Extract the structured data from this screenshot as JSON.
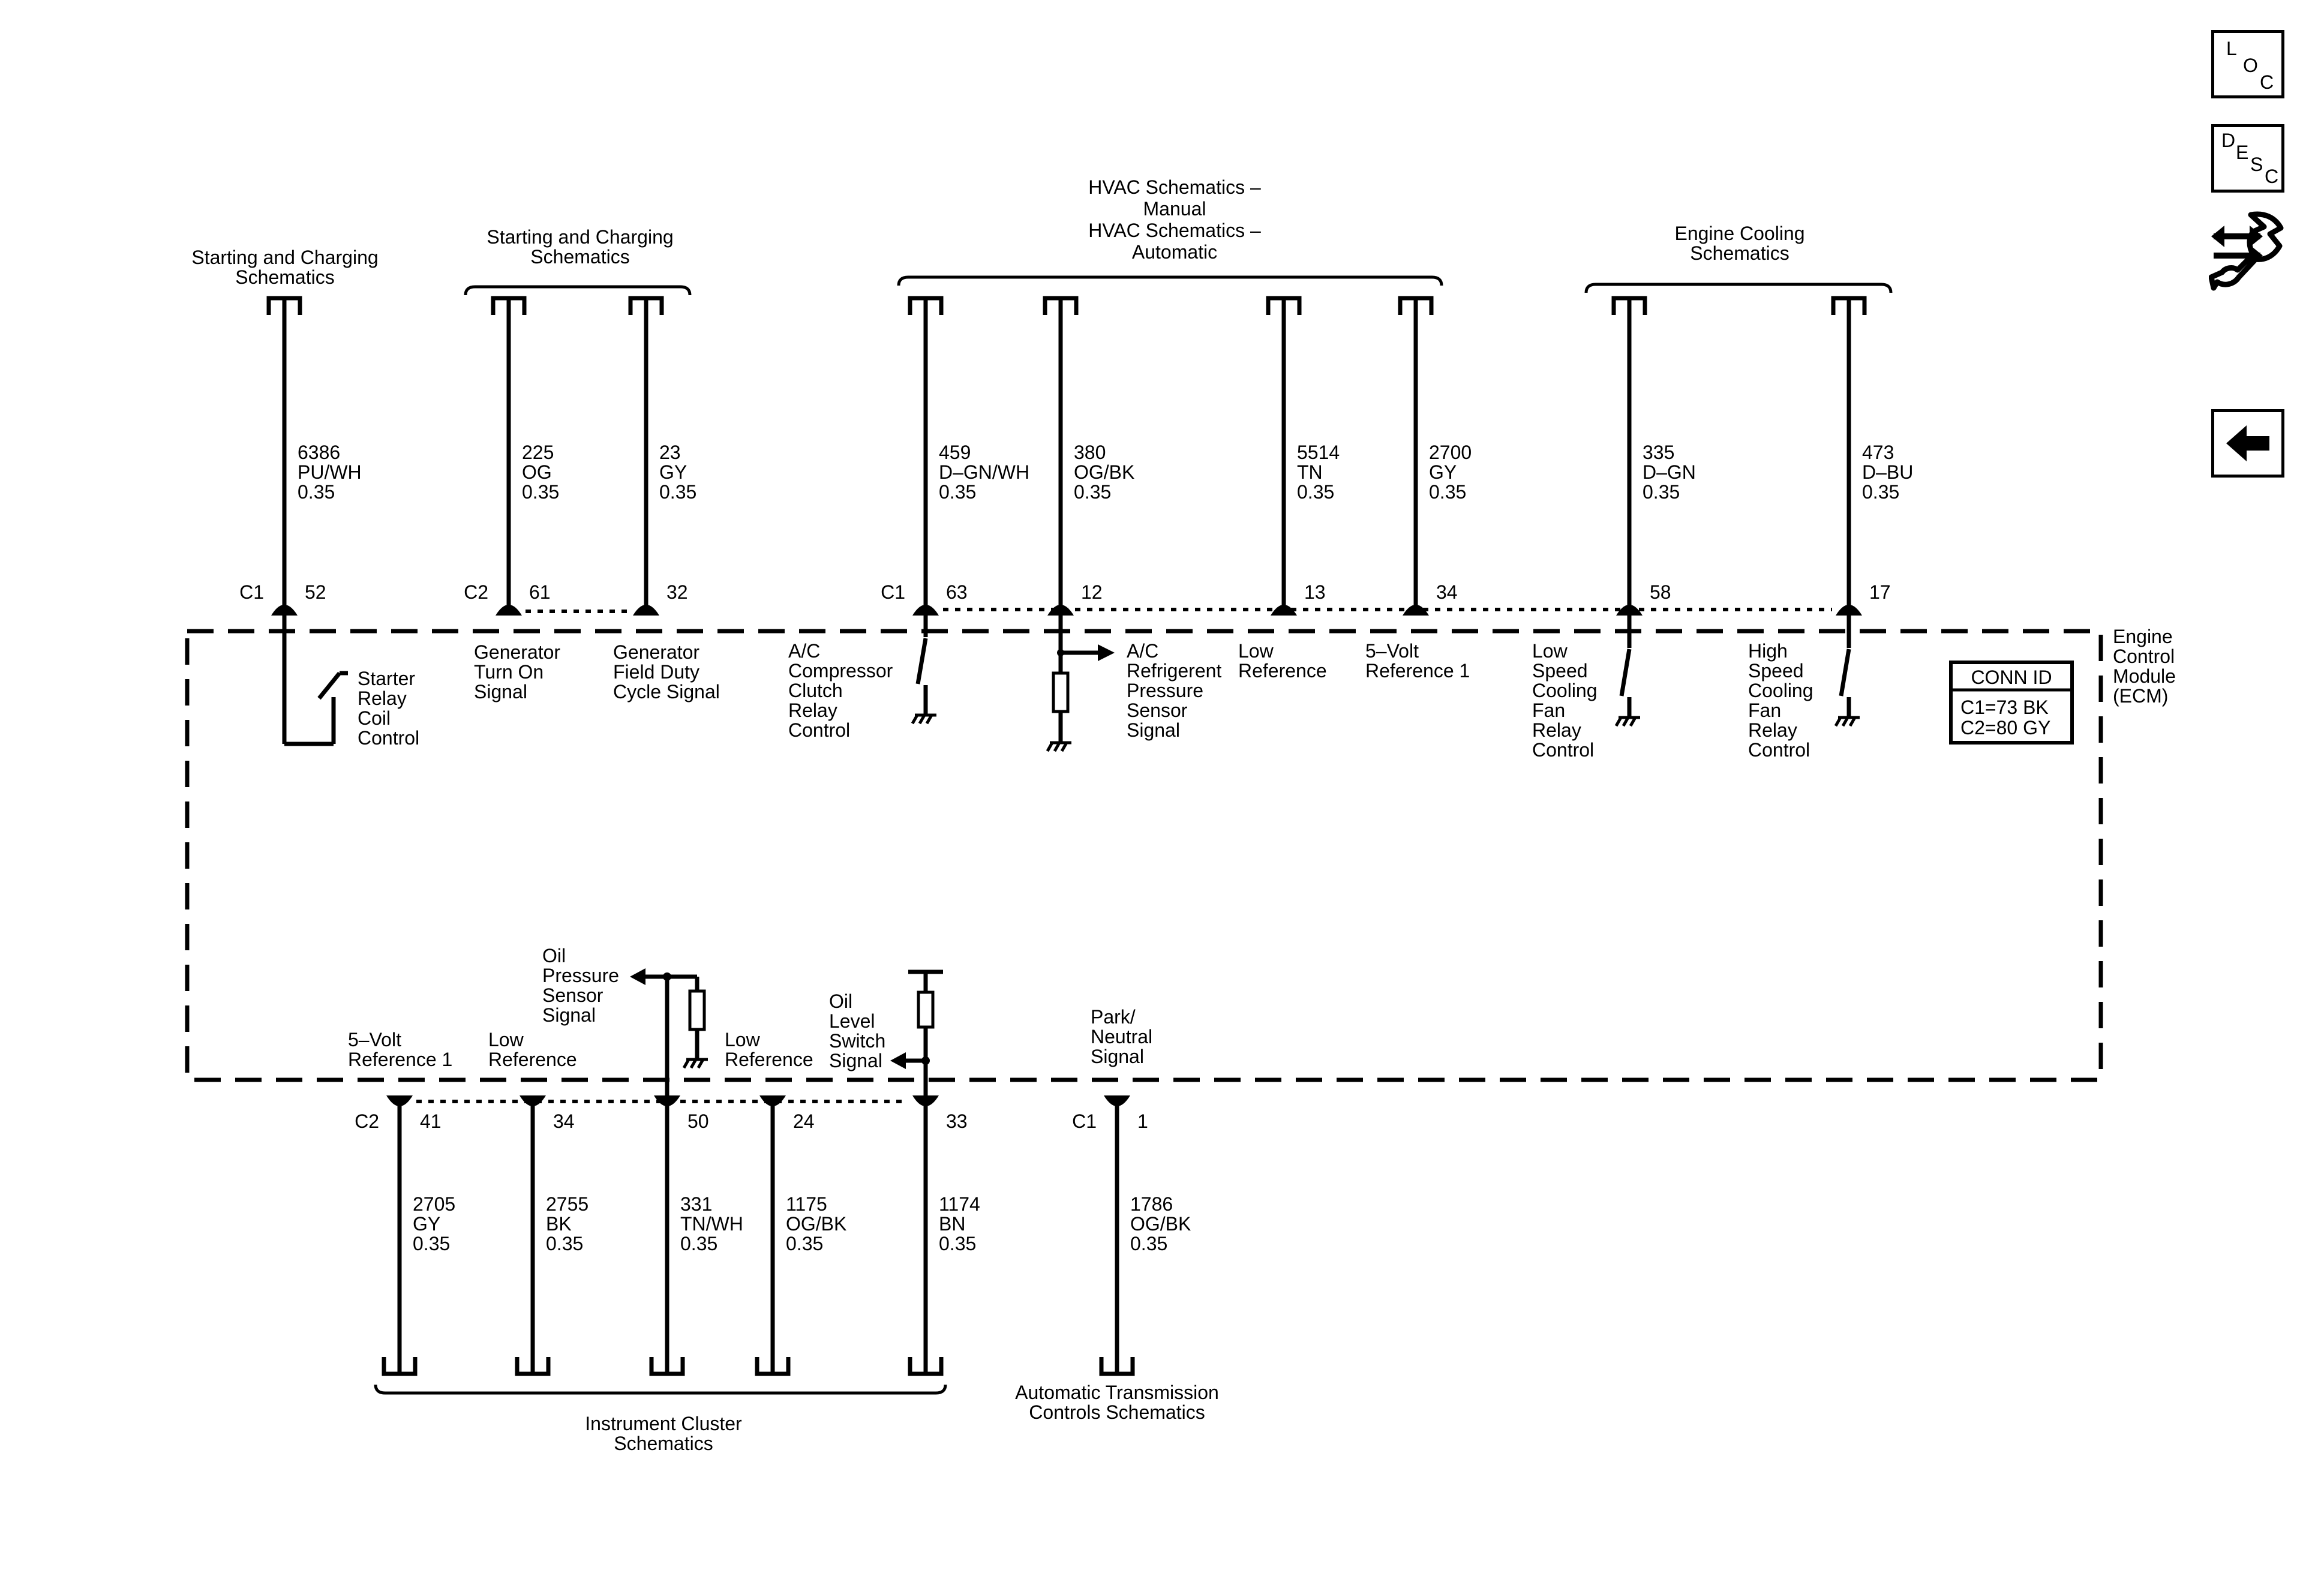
{
  "side_panel": {
    "loc": [
      "L",
      "O",
      "C"
    ],
    "desc": [
      "D",
      "E",
      "S",
      "C"
    ]
  },
  "ecm": {
    "label": [
      "Engine",
      "Control",
      "Module",
      "(ECM)"
    ],
    "conn_id": {
      "title": "CONN ID",
      "c1": "C1=73 BK",
      "c2": "C2=80 GY"
    }
  },
  "top_destinations": [
    {
      "id": "start1",
      "lines": [
        "Starting and Charging",
        "Schematics"
      ]
    },
    {
      "id": "start2",
      "lines": [
        "Starting and Charging",
        "Schematics"
      ]
    },
    {
      "id": "hvac",
      "lines": [
        "HVAC Schematics –",
        "Manual",
        "HVAC Schematics –",
        "Automatic"
      ]
    },
    {
      "id": "cooling",
      "lines": [
        "Engine Cooling",
        "Schematics"
      ]
    }
  ],
  "bottom_destinations": [
    {
      "id": "cluster",
      "lines": [
        "Instrument Cluster",
        "Schematics"
      ]
    },
    {
      "id": "trans",
      "lines": [
        "Automatic Transmission",
        "Controls Schematics"
      ]
    }
  ],
  "top_circuits": [
    {
      "id": "c6386",
      "circuit": "6386",
      "color": "PU/WH",
      "gauge": "0.35",
      "connector": "C1",
      "pin": "52",
      "function": [
        "Starter",
        "Relay",
        "Coil",
        "Control"
      ]
    },
    {
      "id": "c225",
      "circuit": "225",
      "color": "OG",
      "gauge": "0.35",
      "connector": "C2",
      "pin": "61",
      "function": [
        "Generator",
        "Turn On",
        "Signal"
      ]
    },
    {
      "id": "c23",
      "circuit": "23",
      "color": "GY",
      "gauge": "0.35",
      "connector": "",
      "pin": "32",
      "function": [
        "Generator",
        "Field Duty",
        "Cycle Signal"
      ]
    },
    {
      "id": "c459",
      "circuit": "459",
      "color": "D–GN/WH",
      "gauge": "0.35",
      "connector": "C1",
      "pin": "63",
      "function": [
        "A/C",
        "Compressor",
        "Clutch",
        "Relay",
        "Control"
      ]
    },
    {
      "id": "c380",
      "circuit": "380",
      "color": "OG/BK",
      "gauge": "0.35",
      "connector": "",
      "pin": "12",
      "function": [
        "A/C",
        "Refrigerent",
        "Pressure",
        "Sensor",
        "Signal"
      ]
    },
    {
      "id": "c5514",
      "circuit": "5514",
      "color": "TN",
      "gauge": "0.35",
      "connector": "",
      "pin": "13",
      "function": [
        "Low",
        "Reference"
      ]
    },
    {
      "id": "c2700",
      "circuit": "2700",
      "color": "GY",
      "gauge": "0.35",
      "connector": "",
      "pin": "34",
      "function": [
        "5–Volt",
        "Reference 1"
      ]
    },
    {
      "id": "c335",
      "circuit": "335",
      "color": "D–GN",
      "gauge": "0.35",
      "connector": "",
      "pin": "58",
      "function": [
        "Low",
        "Speed",
        "Cooling",
        "Fan",
        "Relay",
        "Control"
      ]
    },
    {
      "id": "c473",
      "circuit": "473",
      "color": "D–BU",
      "gauge": "0.35",
      "connector": "",
      "pin": "17",
      "function": [
        "High",
        "Speed",
        "Cooling",
        "Fan",
        "Relay",
        "Control"
      ]
    }
  ],
  "bottom_circuits": [
    {
      "id": "c2705",
      "circuit": "2705",
      "color": "GY",
      "gauge": "0.35",
      "connector": "C2",
      "pin": "41",
      "function": [
        "5–Volt",
        "Reference 1"
      ]
    },
    {
      "id": "c2755",
      "circuit": "2755",
      "color": "BK",
      "gauge": "0.35",
      "connector": "",
      "pin": "34",
      "function": [
        "Low",
        "Reference"
      ]
    },
    {
      "id": "c331",
      "circuit": "331",
      "color": "TN/WH",
      "gauge": "0.35",
      "connector": "",
      "pin": "50",
      "function": [
        "Oil",
        "Pressure",
        "Sensor",
        "Signal"
      ]
    },
    {
      "id": "c1175",
      "circuit": "1175",
      "color": "OG/BK",
      "gauge": "0.35",
      "connector": "",
      "pin": "24",
      "function": [
        "Low",
        "Reference"
      ]
    },
    {
      "id": "c1174",
      "circuit": "1174",
      "color": "BN",
      "gauge": "0.35",
      "connector": "",
      "pin": "33",
      "function": [
        "Oil",
        "Level",
        "Switch",
        "Signal"
      ]
    },
    {
      "id": "c1786",
      "circuit": "1786",
      "color": "OG/BK",
      "gauge": "0.35",
      "connector": "C1",
      "pin": "1",
      "function": [
        "Park/",
        "Neutral",
        "Signal"
      ]
    }
  ]
}
